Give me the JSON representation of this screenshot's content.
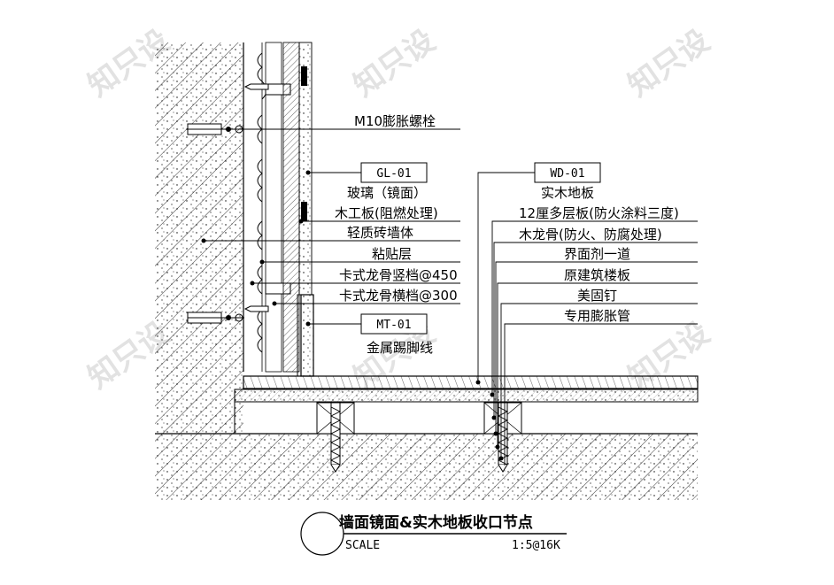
{
  "watermark": {
    "text": "知只设"
  },
  "wall_labels": {
    "bolt": "M10膨胀螺栓",
    "glass_code": "GL-01",
    "glass": "玻璃（镜面）",
    "blockboard": "木工板(阻燃处理)",
    "brick_wall": "轻质砖墙体",
    "adhesive": "粘贴层",
    "stud_vertical": "卡式龙骨竖档@450",
    "stud_horizontal": "卡式龙骨横档@300",
    "metal_code": "MT-01",
    "skirting": "金属踢脚线"
  },
  "floor_labels": {
    "wood_code": "WD-01",
    "solid_wood": "实木地板",
    "plywood": "12厘多层板(防火涂料三度)",
    "keel": "木龙骨(防火、防腐处理)",
    "interface_agent": "界面剂一道",
    "structural_slab": "原建筑楼板",
    "nail": "美固钉",
    "anchor": "专用膨胀管"
  },
  "title_block": {
    "title": "墙面镜面&实木地板收口节点",
    "scale_label": "SCALE",
    "scale_value": "1:5@16K"
  }
}
